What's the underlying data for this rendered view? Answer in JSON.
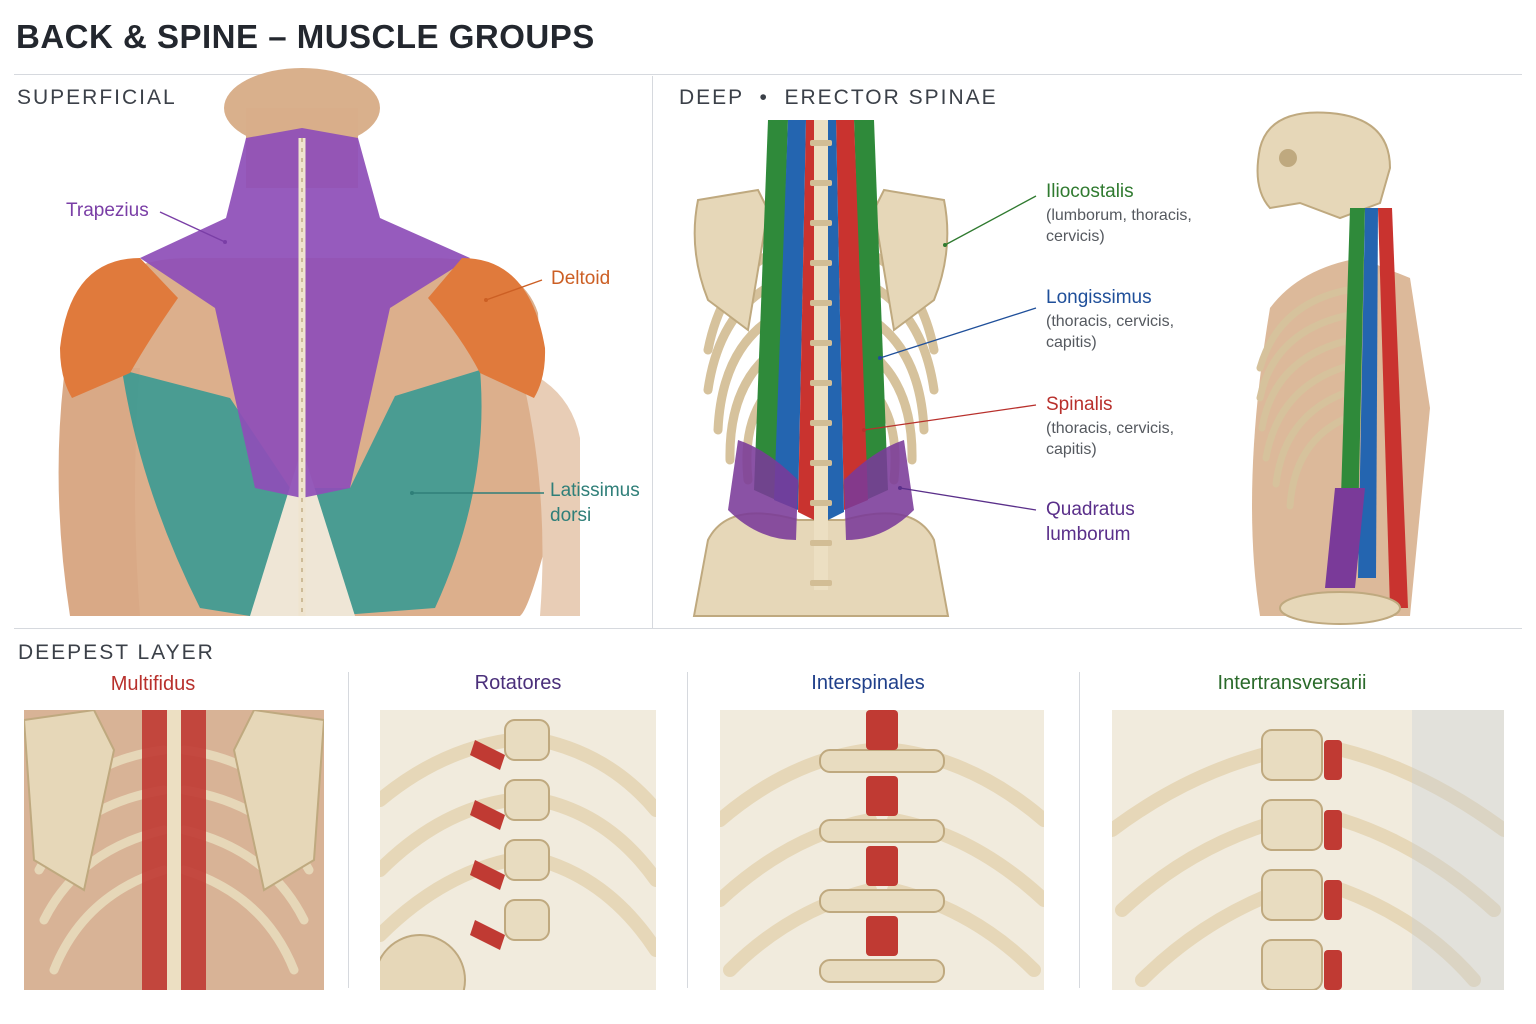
{
  "title": "BACK & SPINE – MUSCLE GROUPS",
  "colors": {
    "trapezius": "#8e4fb8",
    "deltoid": "#e07a3c",
    "latissimus": "#3d9a93",
    "iliocostalis": "#2f8a3a",
    "longissimus": "#2465b0",
    "spinalis": "#c9332f",
    "quadratus": "#7a3a99",
    "bone": "#e6d7b8",
    "skin": "#dcaf8c"
  },
  "superficial": {
    "heading": "SUPERFICIAL",
    "labels": {
      "trapezius": "Trapezius",
      "deltoid": "Deltoid",
      "latissimus": "Latissimus\ndorsi"
    }
  },
  "deep": {
    "heading": "DEEP  •  ERECTOR SPINAE",
    "labels": {
      "iliocostalis": {
        "name": "Iliocostalis",
        "detail": "(lumborum, thoracis,\ncervicis)"
      },
      "longissimus": {
        "name": "Longissimus",
        "detail": "(thoracis, cervicis,\ncapitis)"
      },
      "spinalis": {
        "name": "Spinalis",
        "detail": "(thoracis, cervicis,\ncapitis)"
      },
      "quadratus": {
        "name": "Quadratus\nlumborum"
      }
    }
  },
  "deepest": {
    "heading": "DEEPEST LAYER",
    "panels": [
      {
        "name": "Multifidus",
        "color": "#b8302c"
      },
      {
        "name": "Rotatores",
        "color": "#4a2f7a"
      },
      {
        "name": "Interspinales",
        "color": "#1f3f8a"
      },
      {
        "name": "Intertransversarii",
        "color": "#2a6a2a"
      }
    ]
  }
}
